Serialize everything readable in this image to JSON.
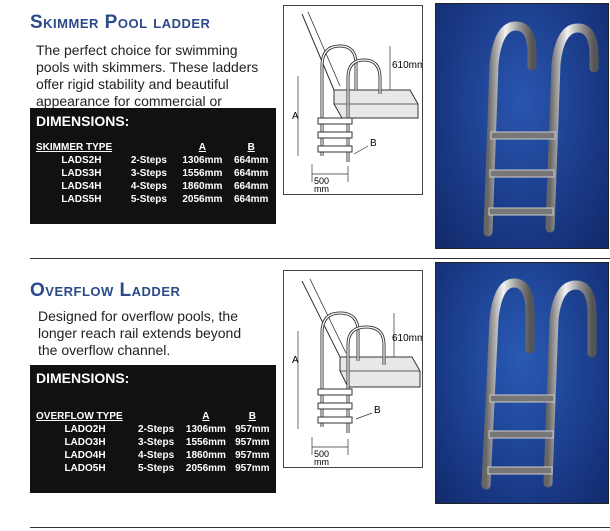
{
  "skimmer": {
    "title": "Skimmer Pool ladder",
    "description": "The perfect choice for swimming pools with skimmers. These ladders offer rigid stability and beautiful appearance for commercial or residential pools.",
    "dimensions_heading": "DIMENSIONS:",
    "table": {
      "headers": [
        "SKIMMER TYPE",
        "",
        "A",
        "B"
      ],
      "rows": [
        [
          "LADS2H",
          "2-Steps",
          "1306mm",
          "664mm"
        ],
        [
          "LADS3H",
          "3-Steps",
          "1556mm",
          "664mm"
        ],
        [
          "LADS4H",
          "4-Steps",
          "1860mm",
          "664mm"
        ],
        [
          "LADS5H",
          "5-Steps",
          "2056mm",
          "664mm"
        ]
      ]
    },
    "diagram": {
      "label_a": "A",
      "label_b": "B",
      "label_height": "610mm",
      "label_width_1": "500",
      "label_width_2": "mm"
    }
  },
  "overflow": {
    "title": "Overflow Ladder",
    "description": "Designed for overflow pools, the longer reach rail extends beyond the overflow channel.",
    "dimensions_heading": "DIMENSIONS:",
    "table": {
      "headers": [
        "OVERFLOW TYPE",
        "",
        "A",
        "B"
      ],
      "rows": [
        [
          "LADO2H",
          "2-Steps",
          "1306mm",
          "957mm"
        ],
        [
          "LADO3H",
          "3-Steps",
          "1556mm",
          "957mm"
        ],
        [
          "LADO4H",
          "4-Steps",
          "1860mm",
          "957mm"
        ],
        [
          "LADO5H",
          "5-Steps",
          "2056mm",
          "957mm"
        ]
      ]
    },
    "diagram": {
      "label_a": "A",
      "label_b": "B",
      "label_height": "610mm",
      "label_width_1": "500",
      "label_width_2": "mm"
    }
  },
  "colors": {
    "title": "#2a4a8a",
    "photo_bg": "#1c3f8c",
    "box": "#111111"
  }
}
